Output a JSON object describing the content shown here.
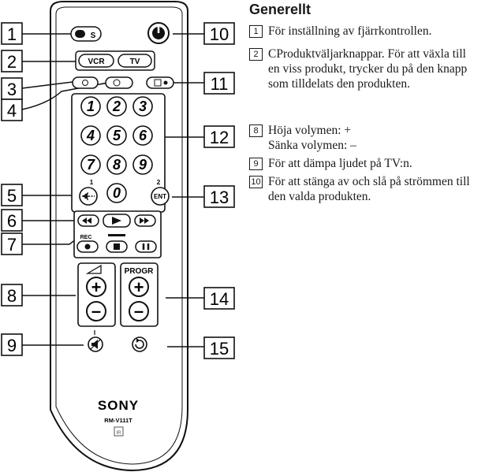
{
  "section": {
    "heading": "Generellt",
    "items": [
      {
        "num": "1",
        "text": "För inställning av fjärrkontrollen."
      },
      {
        "num": "2",
        "text": "CProduktväljarknappar. För att växla till en viss produkt, trycker du på den knapp som tilldelats den produkten."
      },
      {
        "num": "8",
        "text": "Höja volymen: +",
        "text2": "Sänka volymen: –"
      },
      {
        "num": "9",
        "text": "För att dämpa ljudet på TV:n."
      },
      {
        "num": "10",
        "text": "För att stänga av och slå på strömmen till den valda produkten."
      }
    ]
  },
  "remote": {
    "callouts": [
      "1",
      "2",
      "3",
      "4",
      "5",
      "6",
      "7",
      "8",
      "9",
      "10",
      "11",
      "12",
      "13",
      "14",
      "15"
    ],
    "keys": {
      "s": "S",
      "vcr": "VCR",
      "tv": "TV",
      "digits": [
        "1",
        "2",
        "3",
        "4",
        "5",
        "6",
        "7",
        "8",
        "9",
        "0"
      ],
      "ent": "ENT",
      "rec": "REC",
      "progr": "PROGR",
      "plus": "+",
      "minus": "–",
      "small_1": "1",
      "small_2": "2",
      "small_i": "I"
    },
    "brand": "SONY",
    "model": "RM-V111T",
    "ir_mark": "IR"
  }
}
